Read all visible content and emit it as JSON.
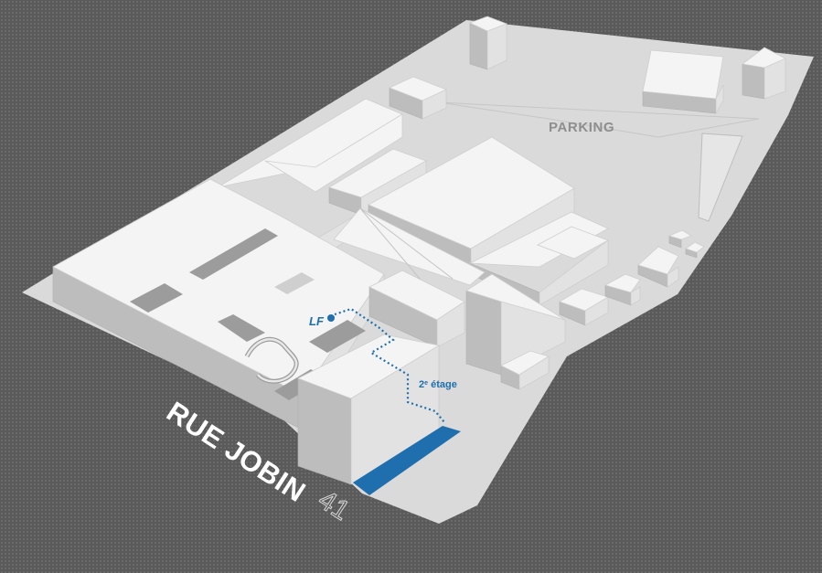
{
  "map": {
    "street_name": "RUE JOBIN",
    "street_number": "41",
    "parking_label": "PARKING",
    "floor_label_prefix": "2",
    "floor_label_sup": "e",
    "floor_label_suffix": " étage",
    "logo_text": "LF",
    "colors": {
      "background": "#5a5a5a",
      "lot": "#dadada",
      "building_top": "#f4f4f4",
      "route": "#1f6fae",
      "entrance": "#1f6fae"
    },
    "icons": [
      "destination-marker-icon"
    ]
  }
}
